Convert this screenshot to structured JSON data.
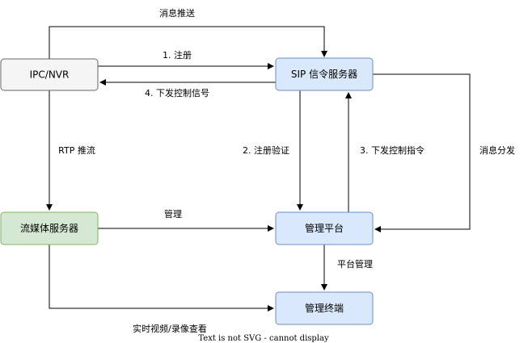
{
  "nodes": {
    "ipc": {
      "label": "IPC/NVR",
      "fill": "#f5f5f5",
      "stroke": "#666666"
    },
    "sip": {
      "label": "SIP 信令服务器",
      "fill": "#dae8fc",
      "stroke": "#6c8ebf"
    },
    "media": {
      "label": "流媒体服务器",
      "fill": "#d5e8d4",
      "stroke": "#82b366"
    },
    "platform": {
      "label": "管理平台",
      "fill": "#dae8fc",
      "stroke": "#6c8ebf"
    },
    "terminal": {
      "label": "管理终端",
      "fill": "#dae8fc",
      "stroke": "#6c8ebf"
    }
  },
  "edges": {
    "push_msg": "消息推送",
    "register": "1. 注册",
    "send_ctrl_signal": "4. 下发控制信号",
    "rtp_push": "RTP 推流",
    "register_verify": "2. 注册验证",
    "send_ctrl_cmd": "3. 下发控制指令",
    "msg_dispatch": "消息分发",
    "manage": "管理",
    "platform_manage": "平台管理",
    "live_replay": "实时视频/录像查看"
  },
  "footer": "Text is not SVG - cannot display"
}
